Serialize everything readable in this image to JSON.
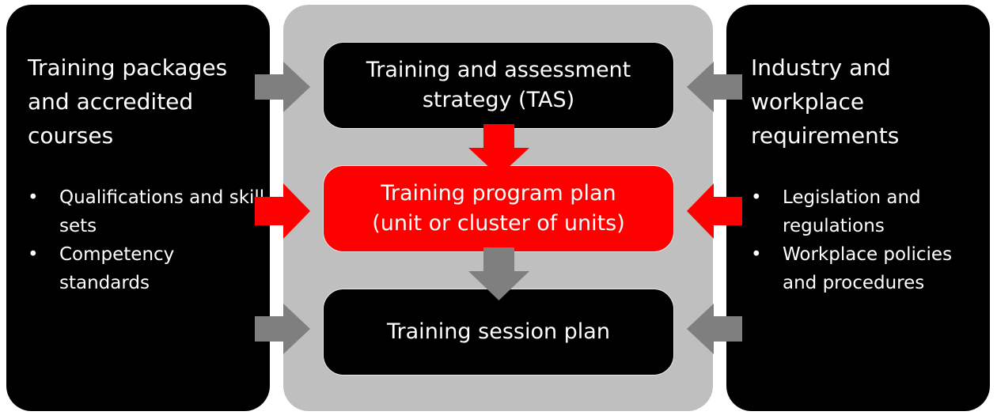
{
  "left_panel": {
    "title": "Training packages and accredited courses",
    "bullets": [
      "Qualifications and skill sets",
      "Competency standards"
    ]
  },
  "right_panel": {
    "title": "Industry and workplace requirements",
    "bullets": [
      "Legislation and regulations",
      "Workplace policies and procedures"
    ]
  },
  "center": {
    "tas": "Training and assessment strategy (TAS)",
    "program_plan": "Training program plan (unit or cluster of units)",
    "session_plan": "Training session plan"
  },
  "colors": {
    "accent": "#ff0000",
    "arrow_gray": "#7f7f7f",
    "panel_gray": "#bfbfbf"
  },
  "bullet_symbol": "•"
}
